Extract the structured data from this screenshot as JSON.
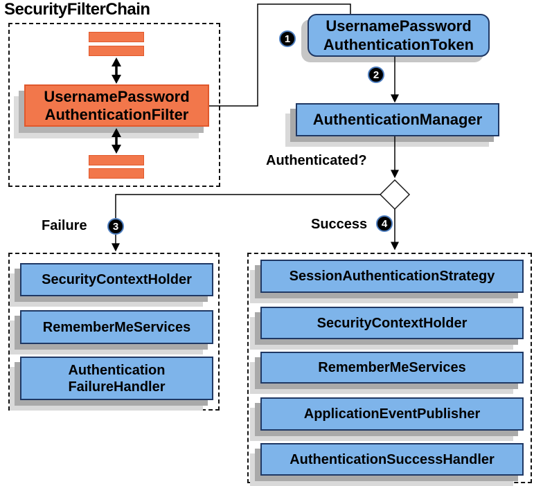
{
  "title": "SecurityFilterChain",
  "colors": {
    "orange": "#f2774b",
    "orange_border": "#e0582c",
    "blue": "#7eb4ea",
    "blue_border": "#1f3864",
    "shadow": "#a9a9a9",
    "shadow_light": "#d9d9d9",
    "badge_ring": "#4d7ec0",
    "line": "#000000"
  },
  "filter_chain": {
    "filter_box": "UsernamePassword\nAuthenticationFilter"
  },
  "flow": {
    "token_box": "UsernamePassword\nAuthenticationToken",
    "manager_box": "AuthenticationManager",
    "authenticated_label": "Authenticated?",
    "failure_label": "Failure",
    "success_label": "Success",
    "badges": [
      "1",
      "2",
      "3",
      "4"
    ]
  },
  "failure_branch": {
    "items": [
      "SecurityContextHolder",
      "RememberMeServices",
      "Authentication\nFailureHandler"
    ]
  },
  "success_branch": {
    "items": [
      "SessionAuthenticationStrategy",
      "SecurityContextHolder",
      "RememberMeServices",
      "ApplicationEventPublisher",
      "AuthenticationSuccessHandler"
    ]
  }
}
